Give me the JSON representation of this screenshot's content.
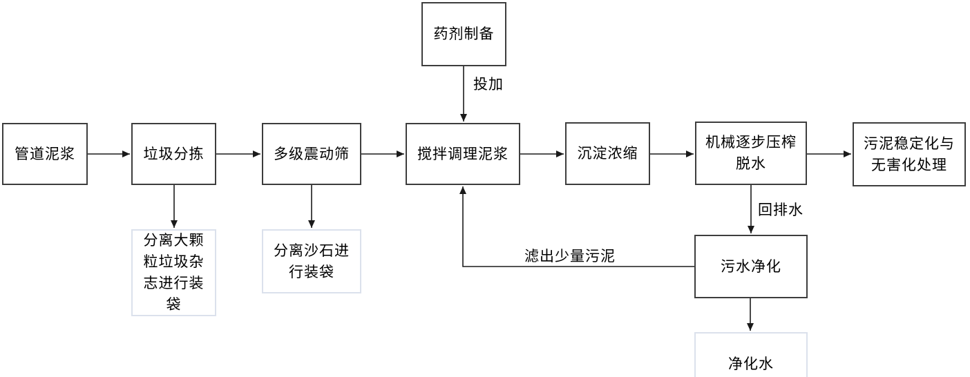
{
  "diagram": {
    "background": "#ffffff",
    "colors": {
      "node_border": "#3d3d3d",
      "light_node_border": "#dbe1ec",
      "line": "#1a1a1a",
      "text": "#000000"
    },
    "nodes": [
      {
        "id": "pipeline-sludge",
        "label": "管道泥浆"
      },
      {
        "id": "garbage-sorting",
        "label": "垃圾分拣"
      },
      {
        "id": "multistage-vibrating-screen",
        "label": "多级震动筛"
      },
      {
        "id": "mix-conditioning-sludge",
        "label": "搅拌调理泥浆"
      },
      {
        "id": "sedimentation-thickening",
        "label": "沉淀浓缩"
      },
      {
        "id": "mechanical-press-dewatering",
        "label": "机械逐步压榨\n脱水"
      },
      {
        "id": "sludge-stabilization",
        "label": "污泥稳定化与\n无害化处理"
      },
      {
        "id": "chemical-preparation",
        "label": "药剂制备"
      },
      {
        "id": "sewage-purification",
        "label": "污水净化"
      },
      {
        "id": "large-particle-bagging",
        "label": "分离大颗\n粒垃圾杂\n志进行装\n袋"
      },
      {
        "id": "sand-gravel-bagging",
        "label": "分离沙石进\n行装袋"
      },
      {
        "id": "purified-water",
        "label": "净化水"
      }
    ],
    "edge_labels": [
      {
        "id": "dosing",
        "label": "投加"
      },
      {
        "id": "return-water",
        "label": "回排水"
      },
      {
        "id": "filtered-sludge",
        "label": "滤出少量污泥"
      }
    ]
  }
}
